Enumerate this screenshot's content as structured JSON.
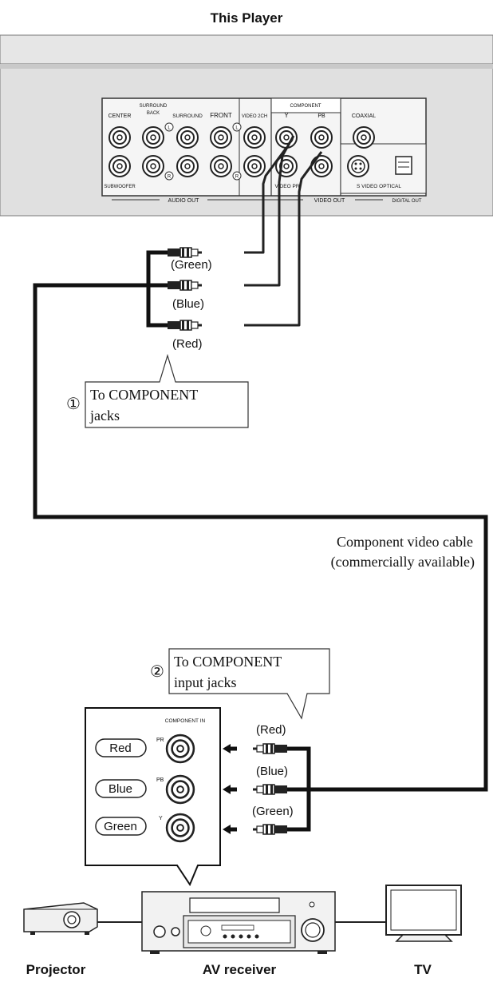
{
  "title": "This Player",
  "player_panel": {
    "audio_jacks": {
      "center": "CENTER",
      "surround_back": [
        "SURROUND",
        "BACK"
      ],
      "surround": "SURROUND",
      "front": "FRONT",
      "video_2ch": "VIDEO 2CH",
      "subwoofer": "SUBWOOFER",
      "l": "L",
      "r": "R"
    },
    "component_header": "COMPONENT",
    "y": "Y",
    "pb": "PB",
    "video_pr": "VIDEO PR",
    "coaxial": "COAXIAL",
    "s_video_optical": "S VIDEO OPTICAL",
    "audio_out": "AUDIO OUT",
    "video_out": "VIDEO OUT",
    "digital_out": "DIGITAL OUT"
  },
  "top_plugs": {
    "green": "(Green)",
    "blue": "(Blue)",
    "red": "(Red)"
  },
  "callout1": {
    "number": "①",
    "line1": "To COMPONENT",
    "line2": "jacks"
  },
  "cable_label": {
    "line1": "Component video cable",
    "line2": "(commercially available)"
  },
  "callout2": {
    "number": "②",
    "line1": "To COMPONENT",
    "line2": "input jacks"
  },
  "receiver_panel": {
    "header": "COMPONENT IN",
    "red": "Red",
    "blue": "Blue",
    "green": "Green",
    "pr": "PR",
    "pb": "PB",
    "y": "Y"
  },
  "bottom_plugs": {
    "red": "(Red)",
    "blue": "(Blue)",
    "green": "(Green)"
  },
  "devices": {
    "projector": "Projector",
    "av_receiver": "AV receiver",
    "tv": "TV"
  },
  "colors": {
    "cable": "#1a1a1a",
    "panel_gray": "#e6e6e6",
    "panel_dark": "#d2d2d2"
  }
}
